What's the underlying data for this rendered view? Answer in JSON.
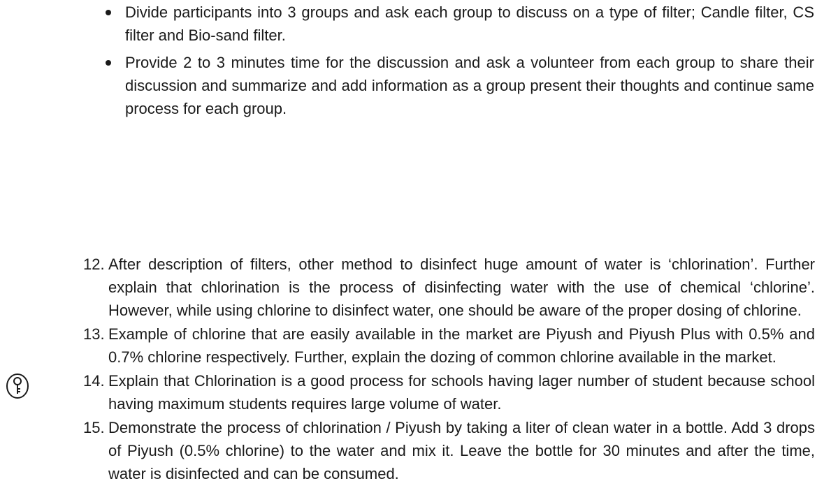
{
  "bullets": [
    "Divide participants into 3 groups and ask each group to discuss on a type of filter; Candle filter, CS filter and Bio-sand filter.",
    "Provide 2 to 3 minutes time for the discussion and ask a volunteer from each group to share their discussion and summarize and add information as a group present their thoughts and continue same process for each group."
  ],
  "steps": [
    {
      "num": "12.",
      "text": "After description of filters, other method to disinfect huge amount of water is ‘chlorination’. Further explain that chlorination is the process of disinfecting water with the use of chemical ‘chlorine’. However, while using chlorine to disinfect water, one should be aware of the proper dosing of chlorine."
    },
    {
      "num": "13.",
      "text": "Example of chlorine that are easily available in the market are Piyush and Piyush Plus with 0.5% and 0.7% chlorine respectively. Further, explain the dozing of common chlorine available in the market."
    },
    {
      "num": "14.",
      "text": "Explain that Chlorination is a good process for schools having lager number of student because school having maximum students requires large volume of water."
    },
    {
      "num": "15.",
      "text": "Demonstrate the process of chlorination / Piyush by taking a liter of clean water in a bottle. Add 3 drops of Piyush (0.5% chlorine) to the water and mix it. Leave the bottle for 30 minutes and after the time, water is disinfected and can be consumed."
    }
  ],
  "icons": {
    "margin_icon": "key-icon"
  },
  "colors": {
    "text": "#1a1a1a"
  }
}
